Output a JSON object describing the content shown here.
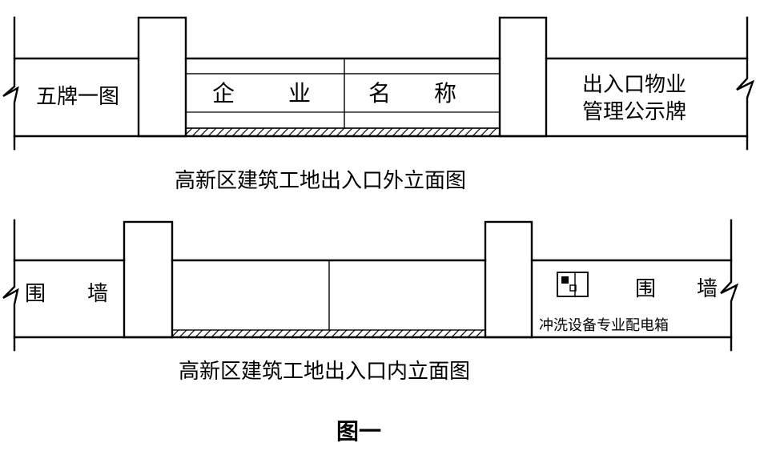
{
  "outer_elevation": {
    "left_sign": "五牌一图",
    "gate_name_chars": [
      "企",
      "业",
      "名",
      "称"
    ],
    "right_sign_lines": [
      "出入口物业",
      "管理公示牌"
    ],
    "caption": "高新区建筑工地出入口外立面图"
  },
  "inner_elevation": {
    "left_wall_chars": [
      "围",
      "墙"
    ],
    "right_wall_chars": [
      "围",
      "墙"
    ],
    "power_box_label": "冲洗设备专业配电箱",
    "caption": "高新区建筑工地出入口内立面图"
  },
  "figure_label": "图一",
  "colors": {
    "ink": "#000000",
    "paper": "#ffffff"
  }
}
